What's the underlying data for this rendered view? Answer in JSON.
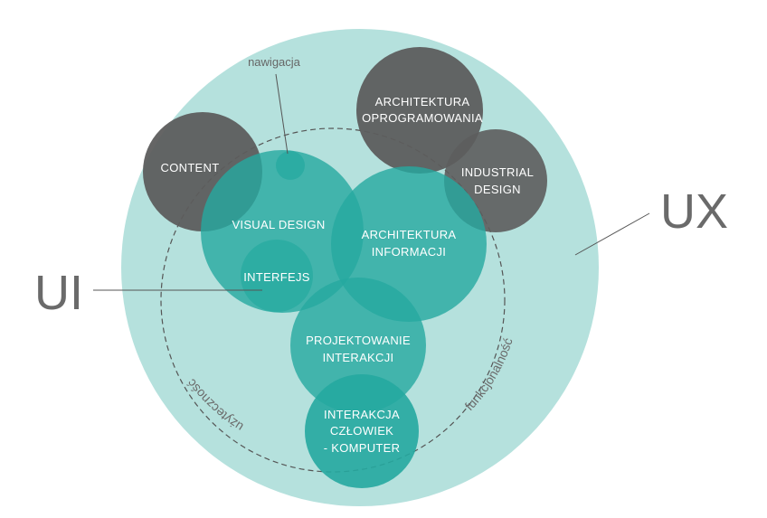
{
  "labels": {
    "ux": "UX",
    "ui": "UI",
    "nawigacja": "nawigacja",
    "content": "CONTENT",
    "architektura_oprogramowania": [
      "ARCHITEKTURA",
      "OPROGRAMOWANIA"
    ],
    "industrial_design": [
      "INDUSTRIAL",
      "DESIGN"
    ],
    "visual_design": "VISUAL DESIGN",
    "architektura_informacji": [
      "ARCHITEKTURA",
      "INFORMACJI"
    ],
    "interfejs": "INTERFEJS",
    "projektowanie_interakcji": [
      "PROJEKTOWANIE",
      "INTERAKCJI"
    ],
    "interakcja_czlowiek_komputer": [
      "INTERAKCJA",
      "CZŁOWIEK",
      "- KOMPUTER"
    ],
    "uzytecznosc": "użyteczność",
    "funkcjonalnosc": "funkcjonalność"
  },
  "colors": {
    "ux_circle": "#b5e1dd",
    "teal": "#25a9a0",
    "gray": "#5d5d5d",
    "text_gray": "#6a6a6a"
  }
}
